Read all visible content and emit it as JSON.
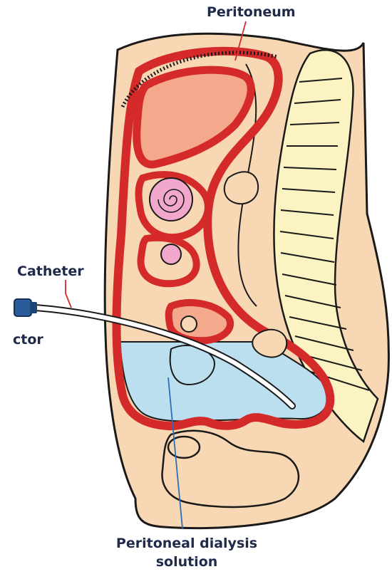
{
  "labels": {
    "peritoneum": "Peritoneum",
    "catheter": "Catheter",
    "connector": "ctor",
    "solution_line1": "Peritoneal dialysis",
    "solution_line2": "solution"
  },
  "colors": {
    "skin": "#f8d8b4",
    "peritoneum_red": "#d42a2a",
    "organ_salmon": "#f4a88c",
    "organ_pink": "#f2a8cc",
    "dialysis_fluid": "#bcdff0",
    "spine_yellow": "#fbf4c2",
    "outline": "#1a1a1a",
    "connector_blue": "#2a5c9a",
    "label_text": "#202a4a"
  },
  "icons": {
    "connector": "catheter-connector-icon"
  }
}
